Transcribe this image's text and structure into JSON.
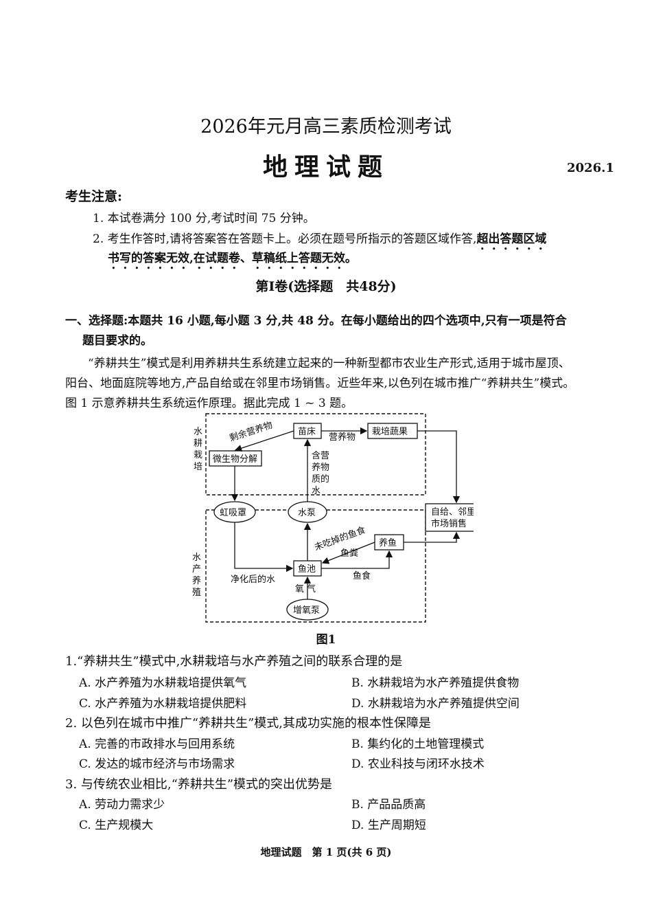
{
  "header": {
    "exam_title": "2026年元月高三素质检测考试",
    "subject_title": "地理试题",
    "date": "2026.1"
  },
  "notice": {
    "heading": "考生注意:",
    "item1": "1. 本试卷满分 100 分,考试时间 75 分钟。",
    "item2_plain": "2. 考生作答时,请将答案答在答题卡上。必须在题号所指示的答题区域作答,",
    "item2_dotted": "超出答题区域",
    "item2_line2": "书写的答案无效,在试题卷、草稿纸上答题无效。"
  },
  "section": {
    "heading": "第Ⅰ卷(选择题　共48分)",
    "instructions_line1": "一、选择题:本题共 16 小题,每小题 3 分,共 48 分。在每小题给出的四个选项中,只有一项是符合",
    "instructions_line2": "题目要求的。"
  },
  "passage": {
    "line1": "“养耕共生”模式是利用养耕共生系统建立起来的一种新型都市农业生产形式,适用于城市屋顶、",
    "line2": "阳台、地面庭院等地方,产品自给或在邻里市场销售。近些年来,以色列在城市推广“养耕共生”模式。",
    "line3": "图 1 示意养耕共生系统运作原理。据此完成 1 ~ 3 题。"
  },
  "figure": {
    "region_hydro": [
      "水",
      "耕",
      "栽",
      "培"
    ],
    "region_aqua": [
      "水",
      "产",
      "养",
      "殖"
    ],
    "seedbed": "苗床",
    "veg": "栽培蔬果",
    "microbe": "微生物分解",
    "siphon": "虹吸罩",
    "pump": "水泵",
    "self_market": [
      "自给、邻里",
      "市场销售"
    ],
    "fishpond": "鱼池",
    "raise_fish": "养鱼",
    "aerator": "增氧泵",
    "label_leftover": "剩余营养物",
    "label_nutrient": "营养物",
    "label_water": [
      "含营",
      "养物",
      "质的",
      "水"
    ],
    "label_uneaten": "未吃掉的鱼食",
    "label_fish_waste": "鱼粪",
    "label_fish_food": "鱼食",
    "label_purified": "净化后的水",
    "label_oxygen": "氧 气",
    "caption": "图1"
  },
  "questions": [
    {
      "stem": "1.“养耕共生”模式中,水耕栽培与水产养殖之间的联系合理的是",
      "options": [
        "A. 水产养殖为水耕栽培提供氧气",
        "B. 水耕栽培为水产养殖提供食物",
        "C. 水产养殖为水耕栽培提供肥料",
        "D. 水耕栽培为水产养殖提供空间"
      ]
    },
    {
      "stem": "2. 以色列在城市中推广“养耕共生”模式,其成功实施的根本性保障是",
      "options": [
        "A. 完善的市政排水与回用系统",
        "B. 集约化的土地管理模式",
        "C. 发达的城市经济与市场需求",
        "D. 农业科技与闭环水技术"
      ]
    },
    {
      "stem": "3. 与传统农业相比,“养耕共生”模式的突出优势是",
      "options": [
        "A. 劳动力需求少",
        "B. 产品品质高",
        "C. 生产规模大",
        "D. 生产周期短"
      ]
    }
  ],
  "footer": "地理试题　第 1 页(共 6 页)"
}
